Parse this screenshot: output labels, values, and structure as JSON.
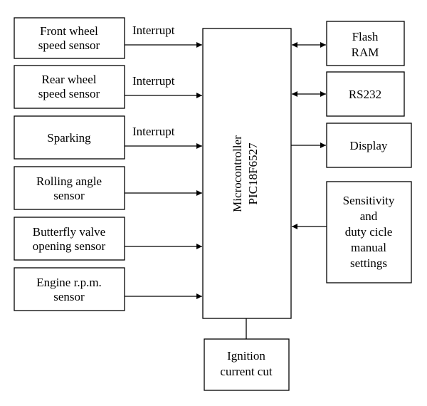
{
  "inputs": [
    {
      "lines": [
        "Front wheel",
        "speed sensor"
      ],
      "edge_label": "Interrupt"
    },
    {
      "lines": [
        "Rear wheel",
        "speed sensor"
      ],
      "edge_label": "Interrupt"
    },
    {
      "lines": [
        "Sparking"
      ],
      "edge_label": "Interrupt"
    },
    {
      "lines": [
        "Rolling angle",
        "sensor"
      ],
      "edge_label": ""
    },
    {
      "lines": [
        "Butterfly valve",
        "opening sensor"
      ],
      "edge_label": ""
    },
    {
      "lines": [
        "Engine r.p.m.",
        "sensor"
      ],
      "edge_label": ""
    }
  ],
  "microcontroller": {
    "lines": [
      "Microcontroller",
      "PIC18F6527"
    ]
  },
  "outputs": [
    {
      "lines": [
        "Flash",
        "RAM"
      ],
      "direction": "bidirectional"
    },
    {
      "lines": [
        "RS232"
      ],
      "direction": "bidirectional"
    },
    {
      "lines": [
        "Display"
      ],
      "direction": "out"
    },
    {
      "lines": [
        "Sensitivity",
        "and",
        "duty cicle",
        "manual",
        "settings"
      ],
      "direction": "in"
    }
  ],
  "bottom": {
    "lines": [
      "Ignition",
      "current cut"
    ]
  }
}
